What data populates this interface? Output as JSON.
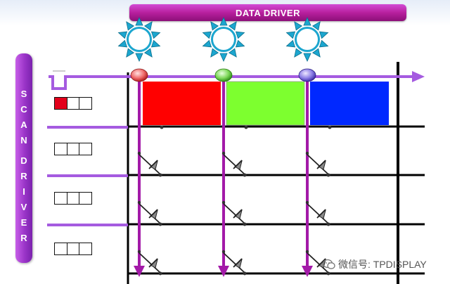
{
  "header": {
    "data_driver_label": "DATA DRIVER"
  },
  "scan_driver": {
    "letters": [
      "S",
      "C",
      "A",
      "N",
      "D",
      "R",
      "I",
      "V",
      "E",
      "R"
    ]
  },
  "watermark": {
    "text": "微信号: TPDISPLAY"
  },
  "colors": {
    "red_subpixel": "#ff0000",
    "green_subpixel": "#7dff2f",
    "blue_subpixel": "#0028ff",
    "signal_line": "#a31aa8",
    "scan_arrow": "#a55be0",
    "driver_bar": "#b8209e"
  }
}
